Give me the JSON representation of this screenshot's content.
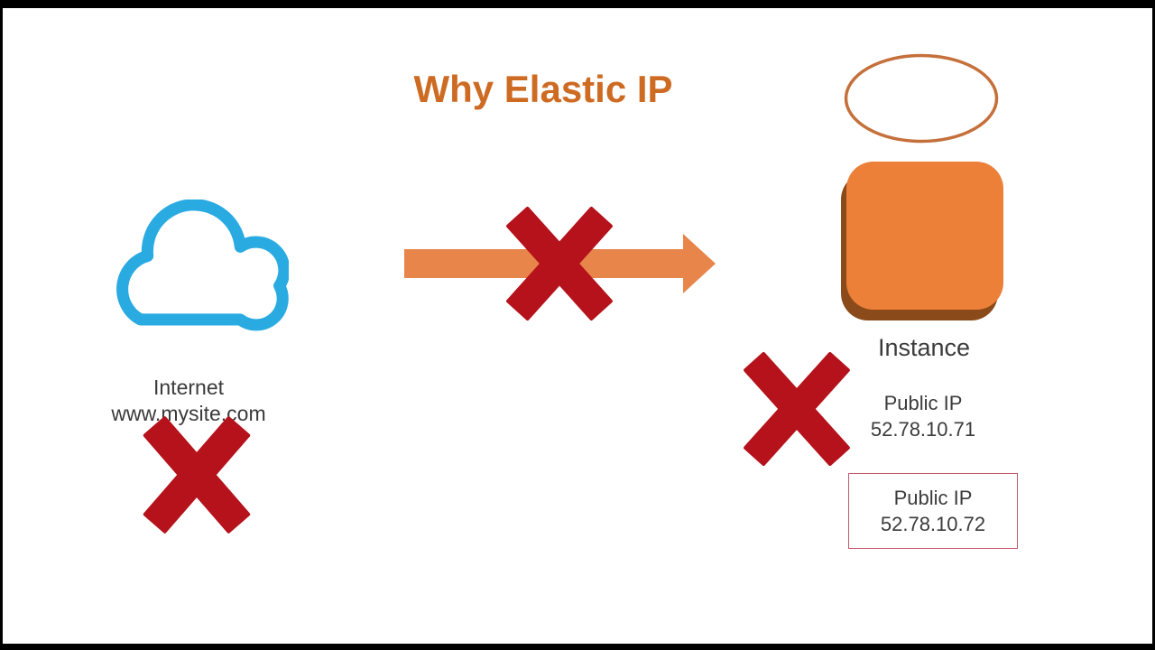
{
  "slide": {
    "title": "Why Elastic IP"
  },
  "internet": {
    "label": "Internet",
    "url": "www.mysite.com"
  },
  "instance": {
    "label": "Instance",
    "old_ip": {
      "title": "Public IP",
      "address": "52.78.10.71"
    },
    "new_ip": {
      "title": "Public IP",
      "address": "52.78.10.72"
    }
  },
  "icons": {
    "internet-cloud-icon": "outlined cloud shape",
    "connection-arrow-icon": "solid right-pointing arrow",
    "blocked-cross-icon": "red X mark (appears 3 times)",
    "elastic-ip-ellipse-icon": "empty orange ellipse outline",
    "instance-square-icon": "orange rounded square with 3D shadow"
  },
  "colors": {
    "title": "#CE6B23",
    "cloud": "#29ABE2",
    "arrow": "#E8854B",
    "cross": "#B5121B",
    "instance_fill": "#EC8038",
    "instance_shadow": "#8A4A1A",
    "ellipse_stroke": "#C5703A",
    "ip_box_border": "#C4596B",
    "text": "#3B3B3B",
    "frame": "#000000"
  }
}
